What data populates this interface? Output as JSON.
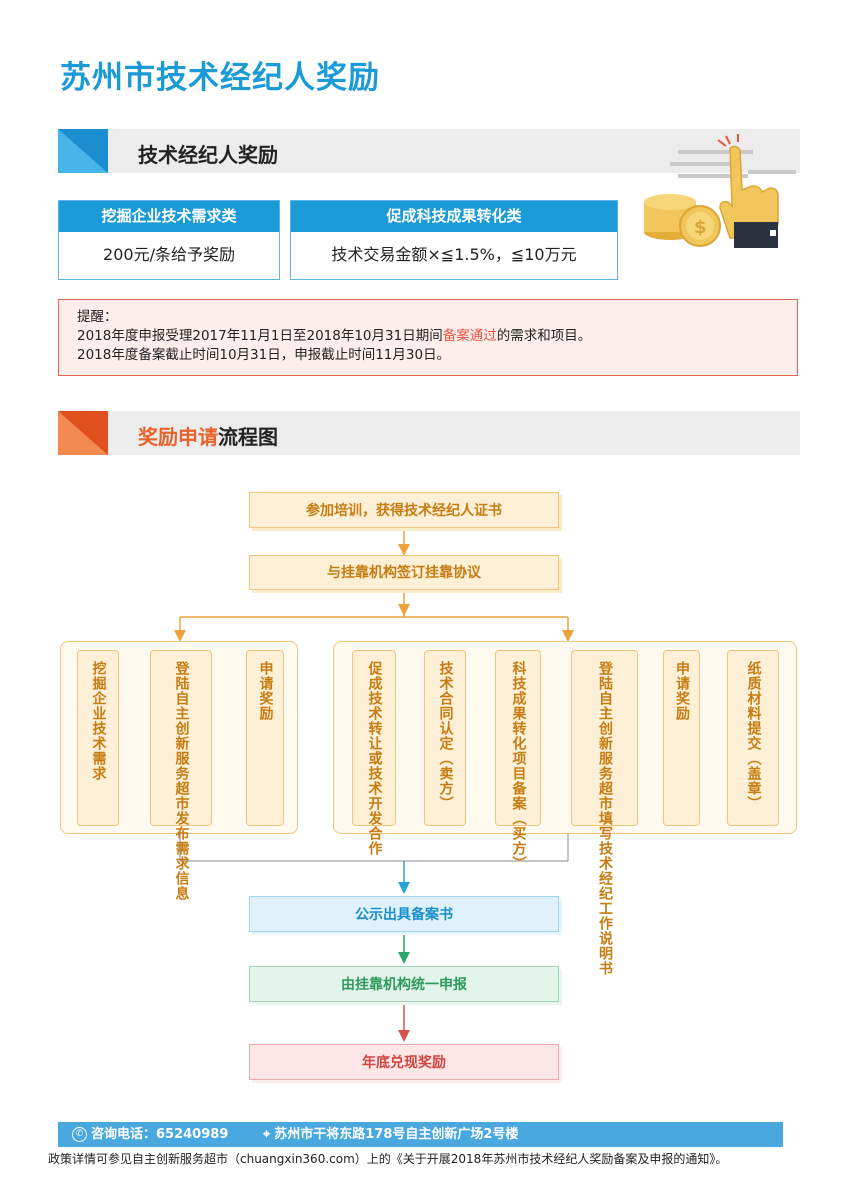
{
  "title": "苏州市技术经纪人奖励",
  "section1": {
    "title": "技术经纪人奖励"
  },
  "reward_boxes": [
    {
      "header": "挖掘企业技术需求类",
      "body": "200元/条给予奖励"
    },
    {
      "header": "促成科技成果转化类",
      "body": "技术交易金额×≦1.5%，≦10万元"
    }
  ],
  "notice": {
    "label": "提醒：",
    "line1_a": "2018年度申报受理2017年11月1日至2018年10月31日期间",
    "line1_hl": "备案通过",
    "line1_b": "的需求和项目。",
    "line2": "2018年度备案截止时间10月31日，申报截止时间11月30日。"
  },
  "section2": {
    "title_a": "奖励申请",
    "title_b": "流程图"
  },
  "flow": {
    "step1": "参加培训，获得技术经纪人证书",
    "step2": "与挂靠机构签订挂靠协议",
    "left_cols": [
      "挖掘企业技术需求",
      "登陆自主创新服务超市发布需求信息",
      "申请奖励"
    ],
    "right_cols": [
      "促成技术转让或技术开发合作",
      "技术合同认定（卖方）",
      "科技成果转化项目备案（买方）",
      "登陆自主创新服务超市填写技术经纪工作说明书",
      "申请奖励",
      "纸质材料提交（盖章）"
    ],
    "step_publish": "公示出具备案书",
    "step_report": "由挂靠机构统一申报",
    "step_reward": "年底兑现奖励"
  },
  "footer": {
    "phone": "咨询电话：65240989",
    "address": "苏州市干将东路178号自主创新广场2号楼",
    "note": "政策详情可参见自主创新服务超市（chuangxin360.com）上的《关于开展2018年苏州市技术经纪人奖励备案及申报的通知》。"
  },
  "colors": {
    "blue": "#1a9ad6",
    "orange": "#e8622c",
    "flow": "#c77c12"
  }
}
